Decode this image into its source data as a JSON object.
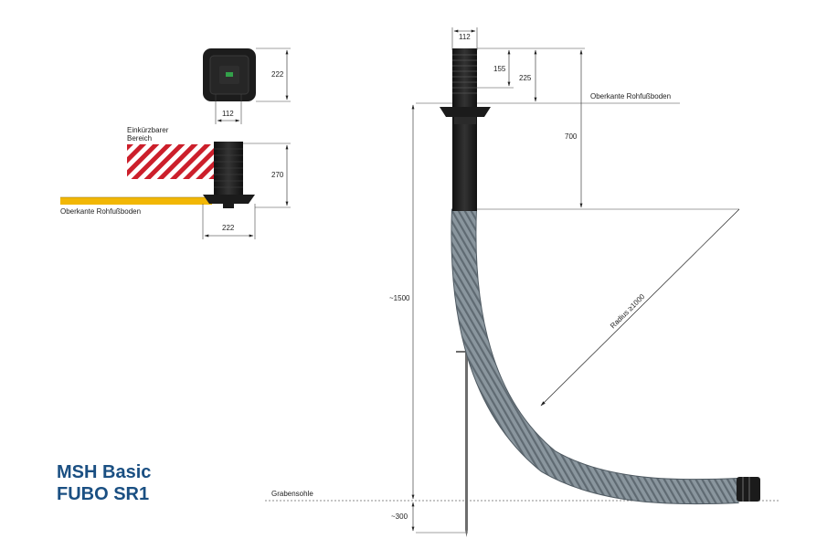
{
  "product": {
    "line1": "MSH Basic",
    "line2": "FUBO SR1"
  },
  "labels": {
    "cuttable_area_line1": "Einkürzbarer",
    "cuttable_area_line2": "Bereich",
    "floor_edge_left": "Oberkante Rohfußboden",
    "floor_edge_right": "Oberkante Rohfußboden",
    "trench_bottom": "Grabensohle",
    "radius": "Radius ≥1000"
  },
  "dimensions": {
    "top_view_height": "222",
    "top_view_inner_width": "112",
    "side_view_height": "270",
    "side_view_base_width": "222",
    "pipe_width": "112",
    "upper_part_155": "155",
    "upper_part_225": "225",
    "depth_700": "700",
    "depth_1500": "~1500",
    "depth_300": "~300"
  },
  "colors": {
    "title": "#1a4f82",
    "floor_band": "#f2b705",
    "hatch_red": "#cc1f2b",
    "housing": "#1b1b1b",
    "conduit": "#7e8a92",
    "stake": "#6d6d6d"
  }
}
